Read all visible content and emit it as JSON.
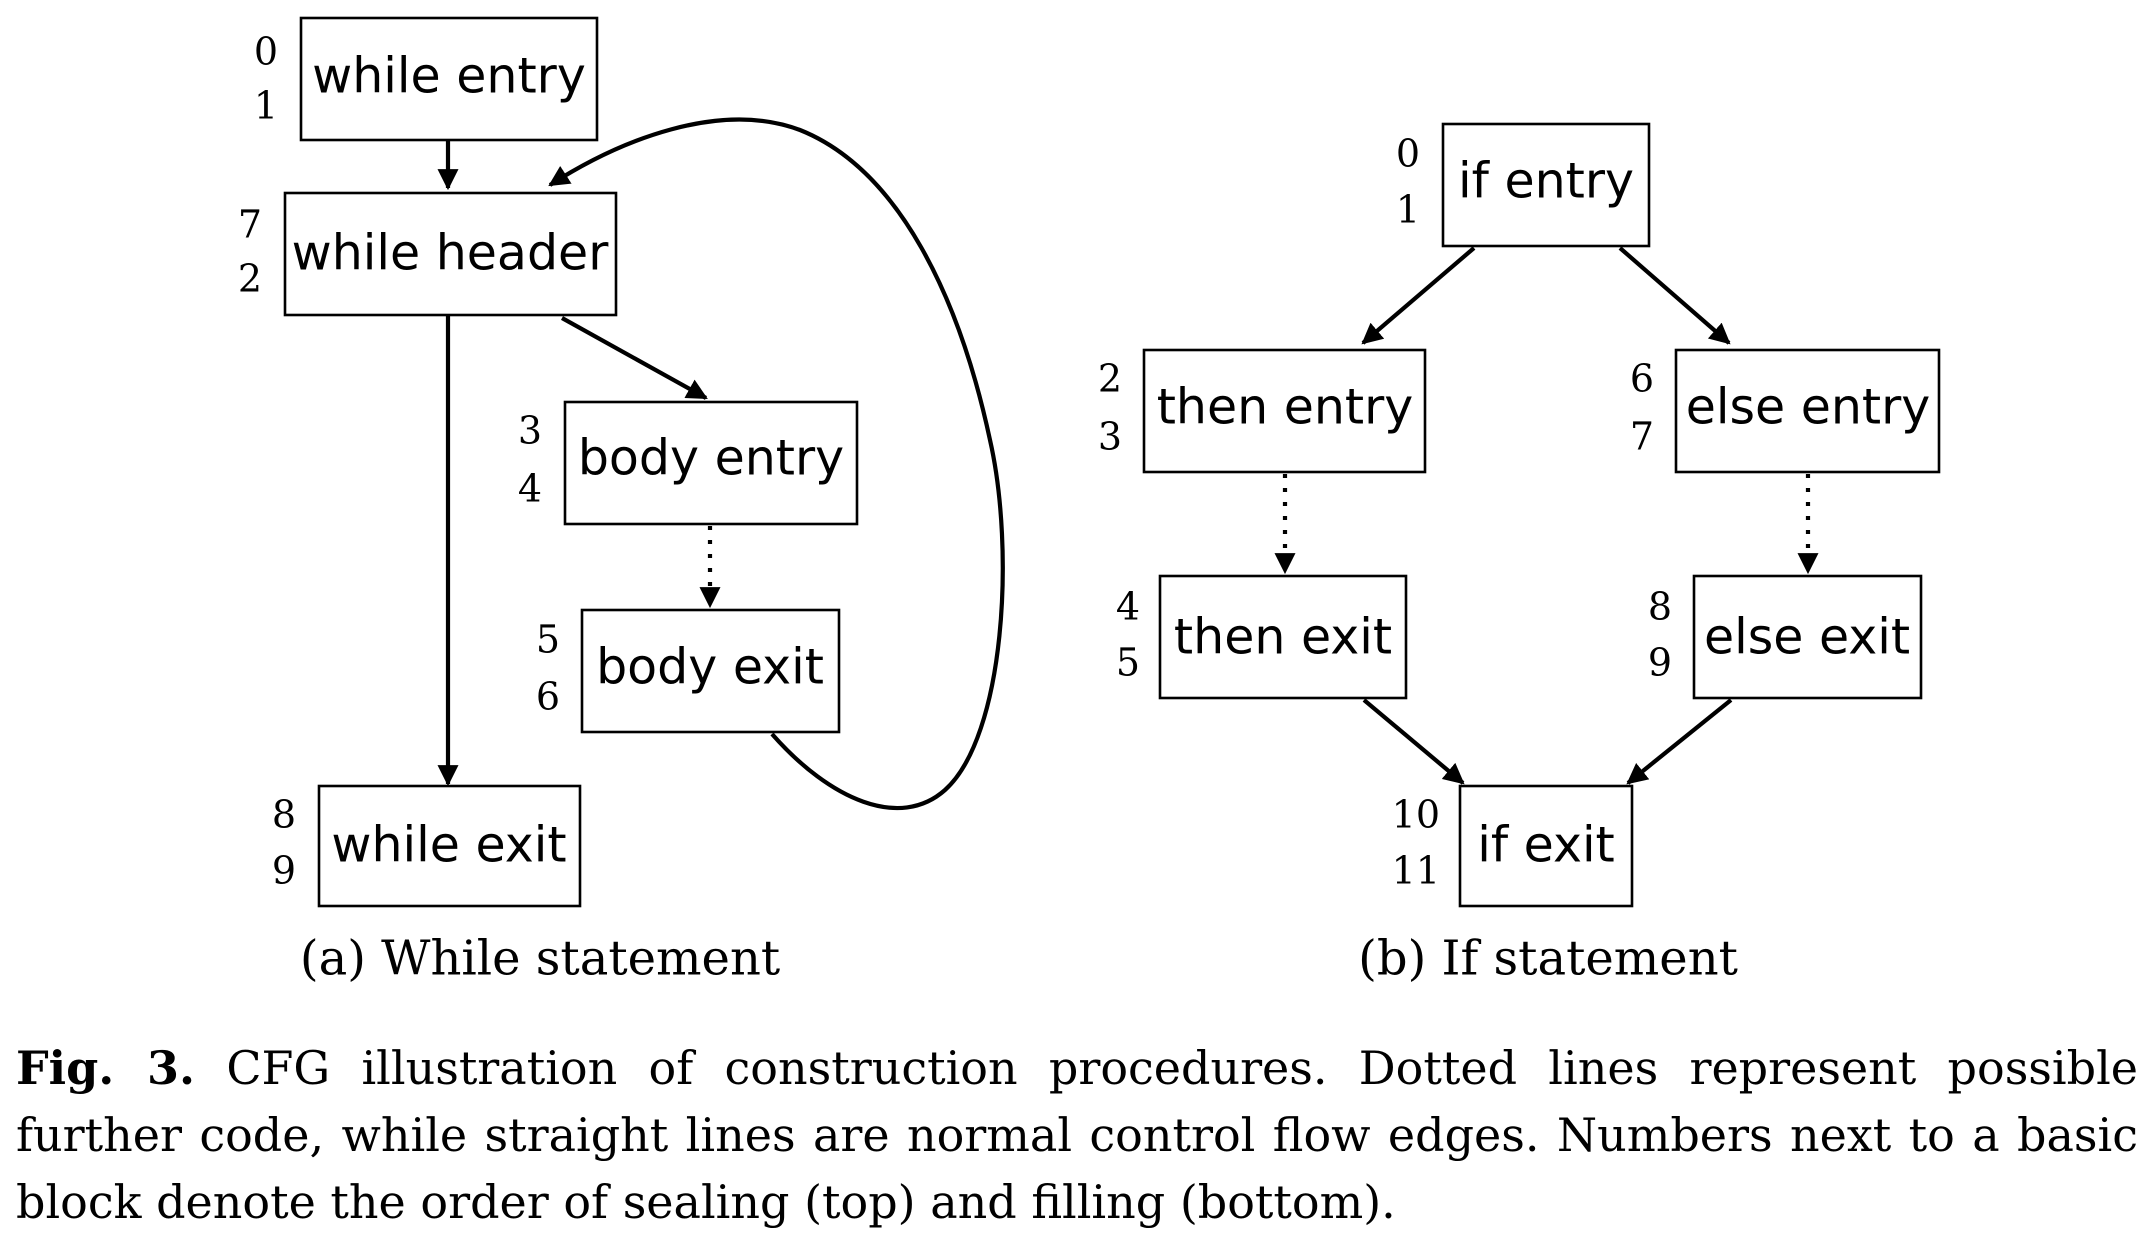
{
  "panels": {
    "while": {
      "caption": "(a) While statement",
      "nodes": [
        {
          "id": "while-entry",
          "label": "while entry",
          "top_num": "0",
          "bottom_num": "1"
        },
        {
          "id": "while-header",
          "label": "while header",
          "top_num": "7",
          "bottom_num": "2"
        },
        {
          "id": "body-entry",
          "label": "body entry",
          "top_num": "3",
          "bottom_num": "4"
        },
        {
          "id": "body-exit",
          "label": "body exit",
          "top_num": "5",
          "bottom_num": "6"
        },
        {
          "id": "while-exit",
          "label": "while exit",
          "top_num": "8",
          "bottom_num": "9"
        }
      ]
    },
    "if": {
      "caption": "(b) If statement",
      "nodes": [
        {
          "id": "if-entry",
          "label": "if entry",
          "top_num": "0",
          "bottom_num": "1"
        },
        {
          "id": "then-entry",
          "label": "then entry",
          "top_num": "2",
          "bottom_num": "3"
        },
        {
          "id": "else-entry",
          "label": "else entry",
          "top_num": "6",
          "bottom_num": "7"
        },
        {
          "id": "then-exit",
          "label": "then exit",
          "top_num": "4",
          "bottom_num": "5"
        },
        {
          "id": "else-exit",
          "label": "else exit",
          "top_num": "8",
          "bottom_num": "9"
        },
        {
          "id": "if-exit",
          "label": "if exit",
          "top_num": "10",
          "bottom_num": "11"
        }
      ]
    }
  },
  "caption": {
    "label": "Fig. 3.",
    "text": "CFG illustration of construction procedures. Dotted lines represent possible further code, while straight lines are normal control flow edges. Numbers next to a basic block denote the order of sealing (top) and filling (bottom)."
  }
}
